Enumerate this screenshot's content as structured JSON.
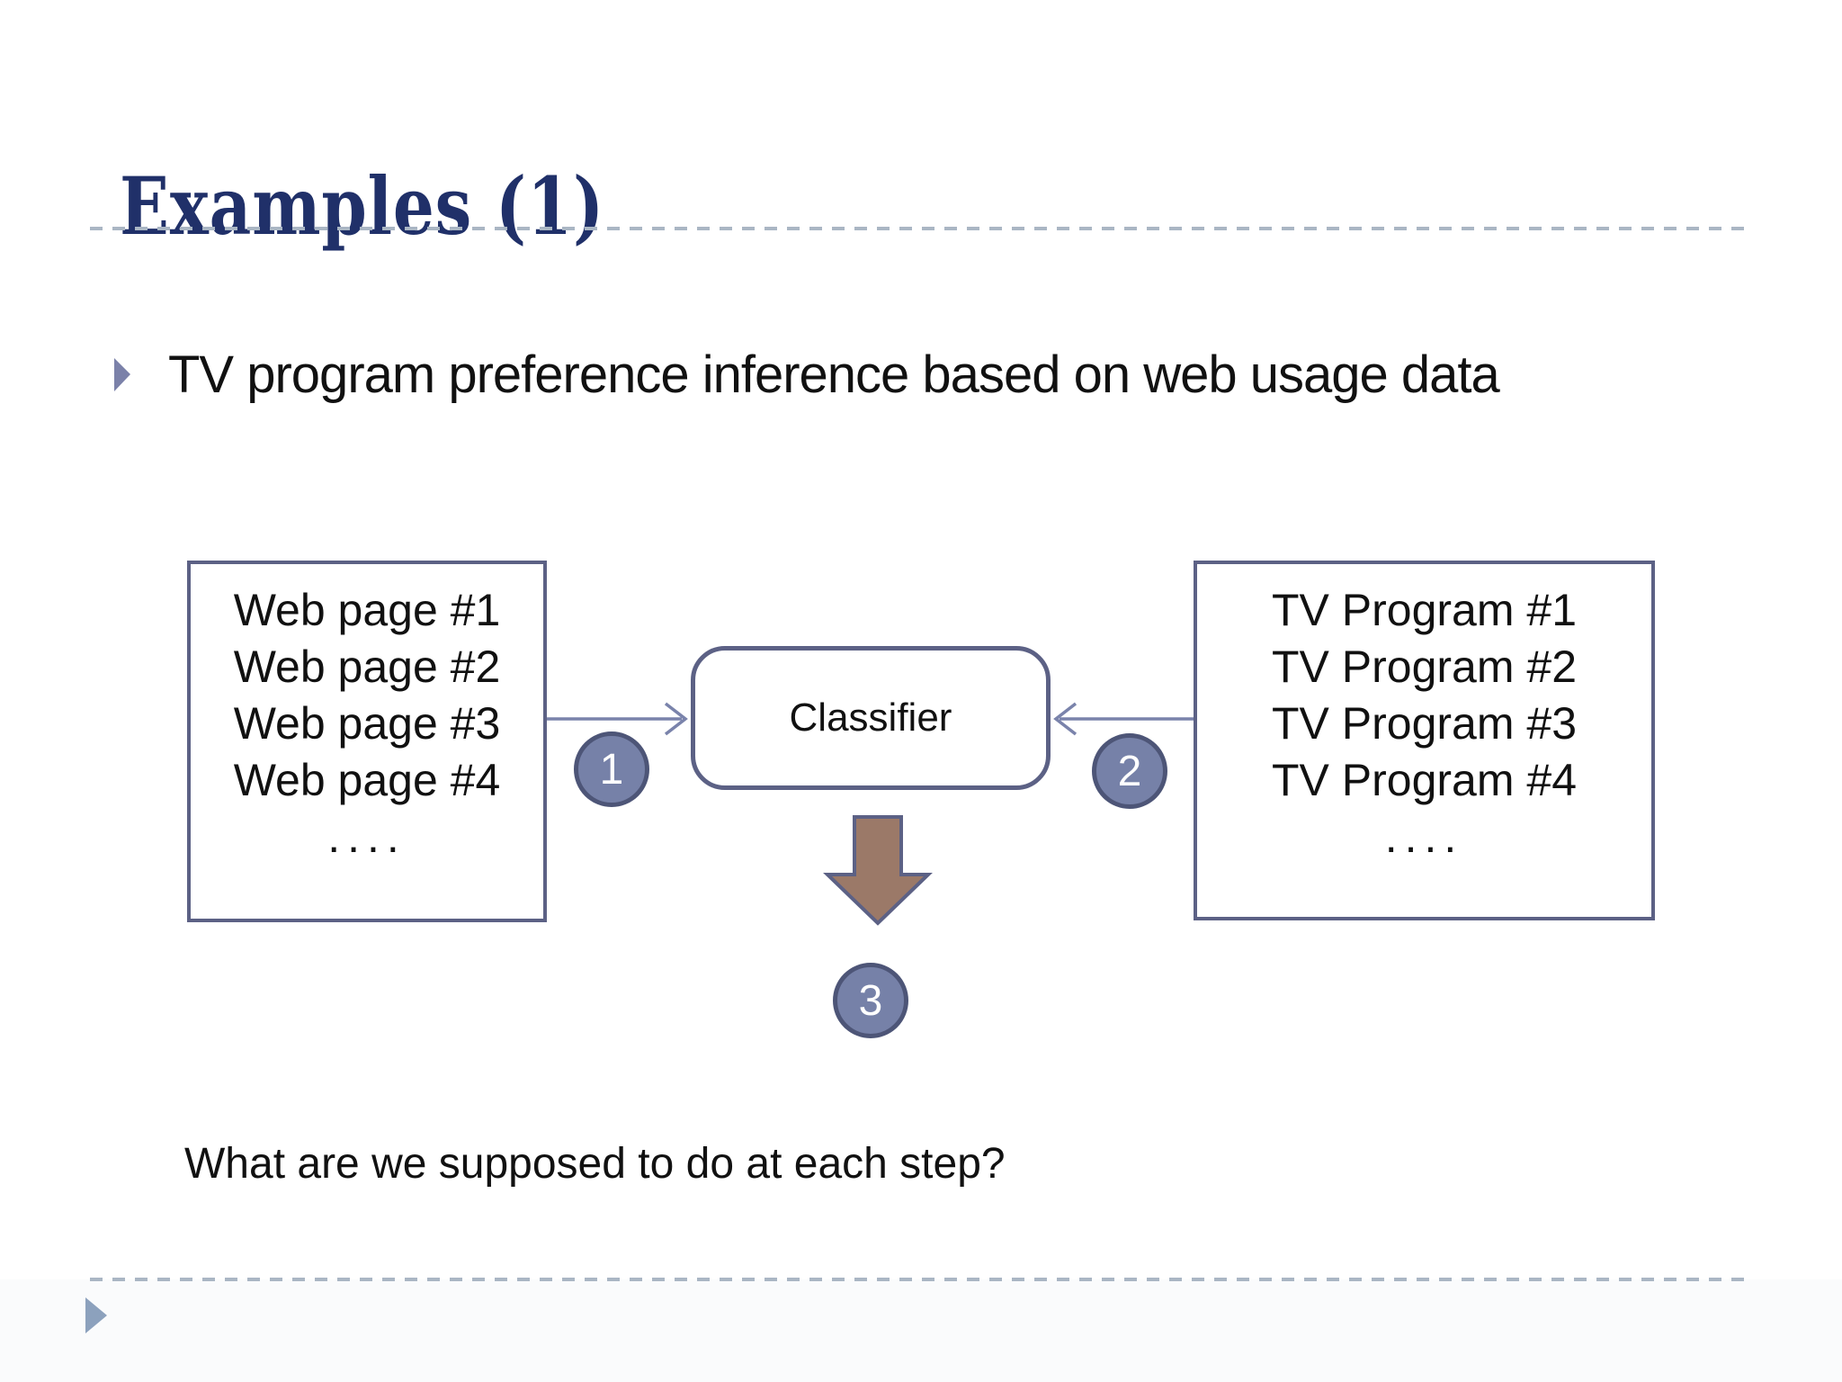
{
  "slide": {
    "title": "Examples (1)",
    "bullet_text": "TV program preference inference based on web usage data",
    "question_text": "What are we supposed to do at each step?"
  },
  "diagram": {
    "web_box": {
      "items": [
        "Web page #1",
        "Web page #2",
        "Web page #3",
        "Web page #4",
        "...."
      ]
    },
    "tv_box": {
      "items": [
        "TV Program #1",
        "TV Program #2",
        "TV Program #3",
        "TV Program #4",
        "...."
      ]
    },
    "classifier_label": "Classifier",
    "steps": [
      {
        "label": "1"
      },
      {
        "label": "2"
      },
      {
        "label": "3"
      }
    ]
  },
  "colors": {
    "title_text": "#203069",
    "body_text": "#111111",
    "box_border": "#5c6185",
    "arrow_line": "#7a83ab",
    "block_arrow_fill": "#9b7968",
    "block_arrow_border": "#5c6185",
    "circle_fill": "#7681a8",
    "circle_border": "#4d5577",
    "dashed_line": "#aab6c4",
    "bullet_triangle": "#7b81a9",
    "footer_triangle": "#8ca1bd"
  }
}
